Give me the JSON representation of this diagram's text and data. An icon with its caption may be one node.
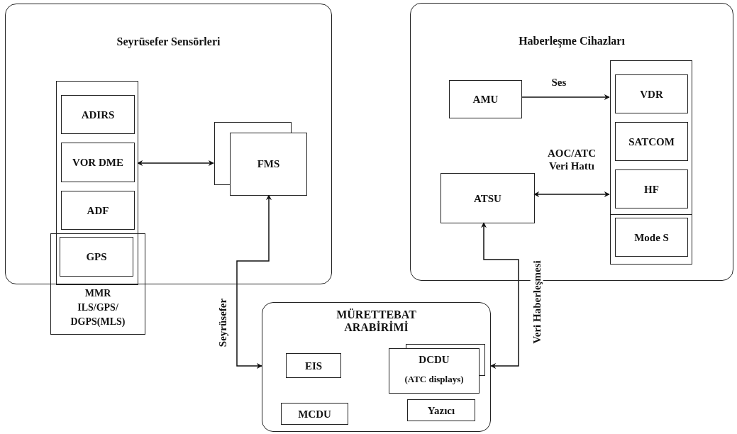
{
  "diagram": {
    "nodes": [
      {
        "text": [
          "Seyrüsefer Sensörleri"
        ]
      },
      {
        "text": [],
        "shape": "box",
        "in": 0
      },
      {
        "text": [
          "ADIRS"
        ],
        "in": 1
      },
      {
        "text": [
          "VOR DME"
        ],
        "in": 1
      },
      {
        "text": [
          "ADF"
        ],
        "in": 1
      },
      {
        "text": [
          "GPS"
        ]
      },
      {
        "text": [
          "MMR ILS/GPS/ DGPS(MLS)"
        ]
      },
      {
        "text": [
          "FMS"
        ],
        "in": 0
      },
      {
        "text": [
          "Haberleşme Cihazları"
        ]
      },
      {
        "text": [
          "AMU"
        ],
        "in": 8
      },
      {
        "text": [],
        "shape": "box",
        "in": 8
      },
      {
        "text": [
          "VDR"
        ],
        "in": 10
      },
      {
        "text": [
          "SATCOM"
        ],
        "in": 10
      },
      {
        "text": [
          "HF"
        ],
        "in": 10
      },
      {
        "text": [
          "Mode S"
        ],
        "in": 10
      },
      {
        "text": [
          "ATSU"
        ],
        "in": 8
      },
      {
        "text": [
          "MÜRETTEBAT ARABİRİMİ"
        ]
      },
      {
        "text": [
          "EIS"
        ],
        "in": 16
      },
      {
        "text": [
          "DCDU",
          "(ATC displays)"
        ],
        "in": 16
      },
      {
        "text": [
          "MCDU"
        ],
        "in": 16
      },
      {
        "text": [
          "Yazıcı"
        ],
        "in": 16
      }
    ],
    "edges": [
      {
        "from": 1,
        "to": 7,
        "arrow": "both"
      },
      {
        "from": 9,
        "to": 10,
        "arrow": "to",
        "label": "Ses"
      },
      {
        "from": 15,
        "to": 10,
        "arrow": "both",
        "label": "AOC/ATC Veri Hattı"
      },
      {
        "from": 16,
        "to": 7,
        "arrow": "both",
        "label": "Seyrüsefer"
      },
      {
        "from": 15,
        "to": 16,
        "arrow": "both",
        "label": "Veri Haberleşmesi"
      }
    ]
  }
}
